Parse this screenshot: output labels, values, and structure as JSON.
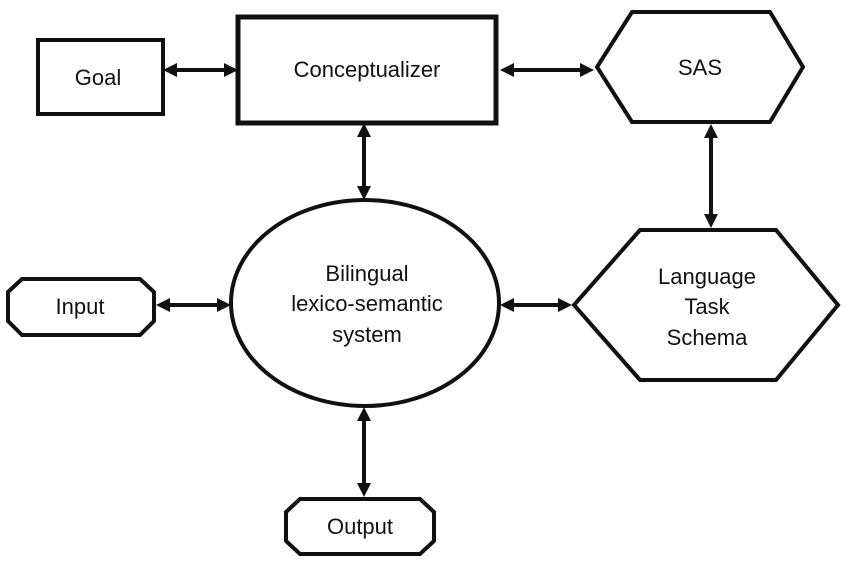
{
  "diagram": {
    "colors": {
      "stroke": "#111111",
      "fill": "#ffffff"
    },
    "nodes": {
      "goal": {
        "label": "Goal"
      },
      "conceptualizer": {
        "label": "Conceptualizer"
      },
      "sas": {
        "label": "SAS"
      },
      "bilingual": {
        "lines": [
          "Bilingual",
          "lexico-semantic",
          "system"
        ]
      },
      "input": {
        "label": "Input"
      },
      "language_task": {
        "lines": [
          "Language",
          "Task",
          "Schema"
        ]
      },
      "output": {
        "label": "Output"
      }
    },
    "connections": [
      {
        "from": "goal",
        "to": "conceptualizer",
        "direction": "bidirectional"
      },
      {
        "from": "conceptualizer",
        "to": "sas",
        "direction": "bidirectional"
      },
      {
        "from": "conceptualizer",
        "to": "bilingual",
        "direction": "bidirectional"
      },
      {
        "from": "sas",
        "to": "language_task",
        "direction": "bidirectional"
      },
      {
        "from": "input",
        "to": "bilingual",
        "direction": "bidirectional"
      },
      {
        "from": "bilingual",
        "to": "language_task",
        "direction": "bidirectional"
      },
      {
        "from": "bilingual",
        "to": "output",
        "direction": "bidirectional"
      }
    ]
  }
}
